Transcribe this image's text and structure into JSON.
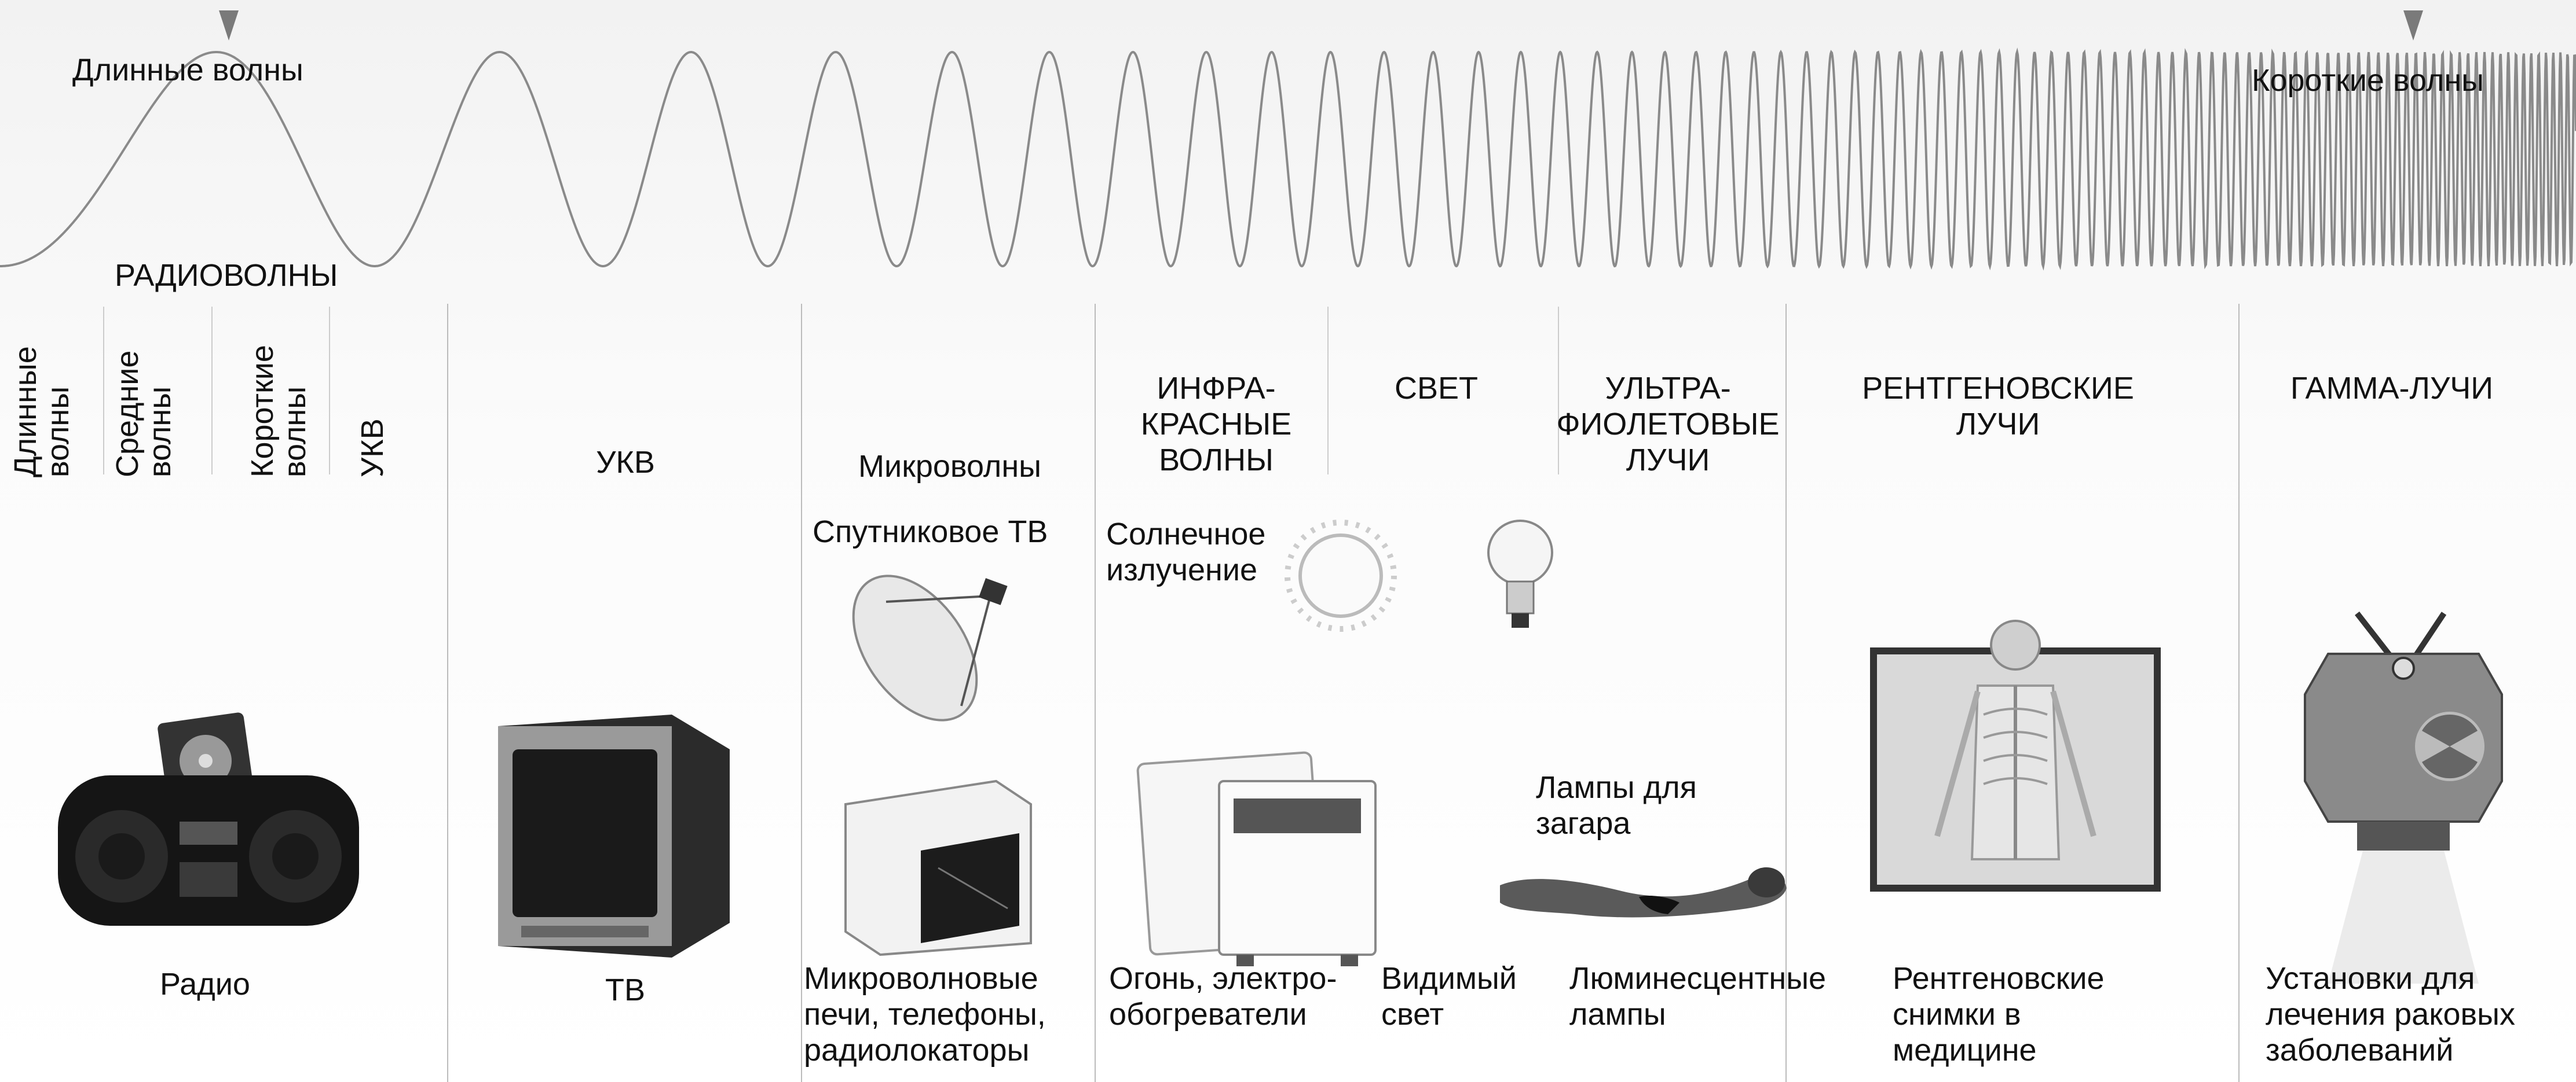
{
  "wave": {
    "long_label": "Длинные волны",
    "short_label": "Короткие волны"
  },
  "bands": {
    "radio": "РАДИОВОЛНЫ",
    "radio_sub": [
      "Длинные волны",
      "Средние волны",
      "Короткие волны",
      "УКВ"
    ],
    "ukv": "УКВ",
    "micro": "Микроволны",
    "infrared": "ИНФРА-\nКРАСНЫЕ\nВОЛНЫ",
    "light": "СВЕТ",
    "uv": "УЛЬТРА-\nФИОЛЕТОВЫЕ\nЛУЧИ",
    "xray": "РЕНТГЕНОВСКИЕ\nЛУЧИ",
    "gamma": "ГАММА-ЛУЧИ"
  },
  "items": {
    "sat_tv": "Спутниковое ТВ",
    "solar": "Солнечное\nизлучение",
    "tanning": "Лампы для\nзагара"
  },
  "captions": {
    "radio": "Радио",
    "tv": "ТВ",
    "micro": "Микроволновые\nпечи, телефоны,\nрадиолокаторы",
    "fire": "Огонь, электро-\nобогреватели",
    "visible": "Видимый\nсвет",
    "lum": "Люминесцентные\nлампы",
    "xray": "Рентгеновские\nснимки в\nмедицине",
    "cancer": "Установки для\nлечения раковых\nзаболеваний"
  },
  "colors": {
    "wave": "#8a8a8a",
    "divider": "#bbbbbb",
    "marker": "#7a7a7a"
  }
}
